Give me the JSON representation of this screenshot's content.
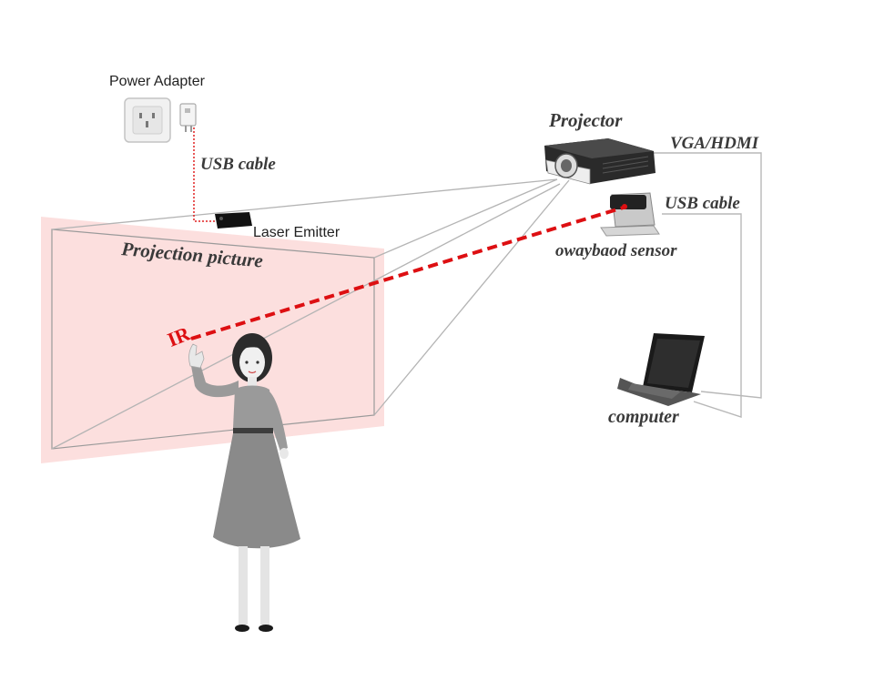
{
  "labels": {
    "power_adapter": "Power Adapter",
    "usb_cable_top": "USB cable",
    "laser_emitter": "Laser Emitter",
    "projection_picture": "Projection picture",
    "projector": "Projector",
    "vga_hdmi": "VGA/HDMI",
    "usb_cable_right": "USB cable",
    "sensor": "owaybaod sensor",
    "ir": "IR",
    "computer": "computer"
  },
  "colors": {
    "projection_fill": "#fbd9d8",
    "ir_beam": "#dd0f12",
    "cable": "#b8b8b8",
    "label_text": "#3a3a3a"
  },
  "icons": {
    "socket": "wall-socket-icon",
    "adapter": "usb-power-adapter-icon",
    "emitter": "laser-emitter-icon",
    "projector": "projector-icon",
    "sensor": "sensor-camera-icon",
    "laptop": "laptop-icon",
    "person": "woman-pointing-figure"
  }
}
